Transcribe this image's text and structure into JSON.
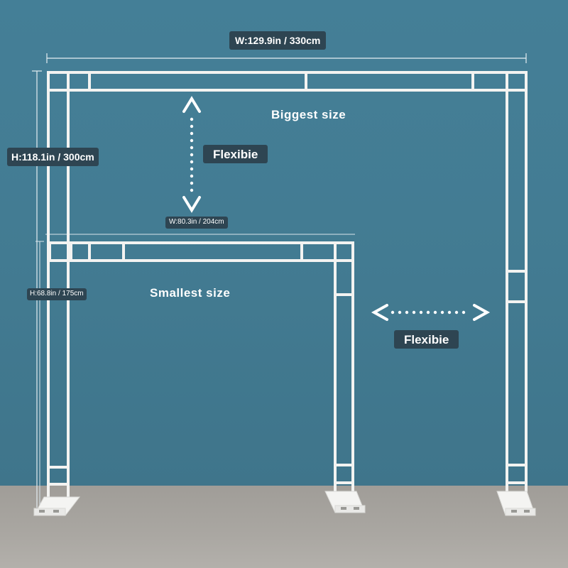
{
  "labels": {
    "width_max": "W:129.9in / 330cm",
    "height_max": "H:118.1in / 300cm",
    "flex_vertical": "Flexibie",
    "flex_horizontal": "Flexibie",
    "width_min": "W:80.3in / 204cm",
    "height_min": "H:68.8in / 175cm",
    "biggest": "Biggest  size",
    "smallest": "Smallest  size"
  },
  "colors": {
    "wall": "#437c93",
    "floor": "#aaa7a2",
    "frame": "#f2f2f0",
    "label_bg": "#2e4552",
    "text": "#ffffff"
  }
}
